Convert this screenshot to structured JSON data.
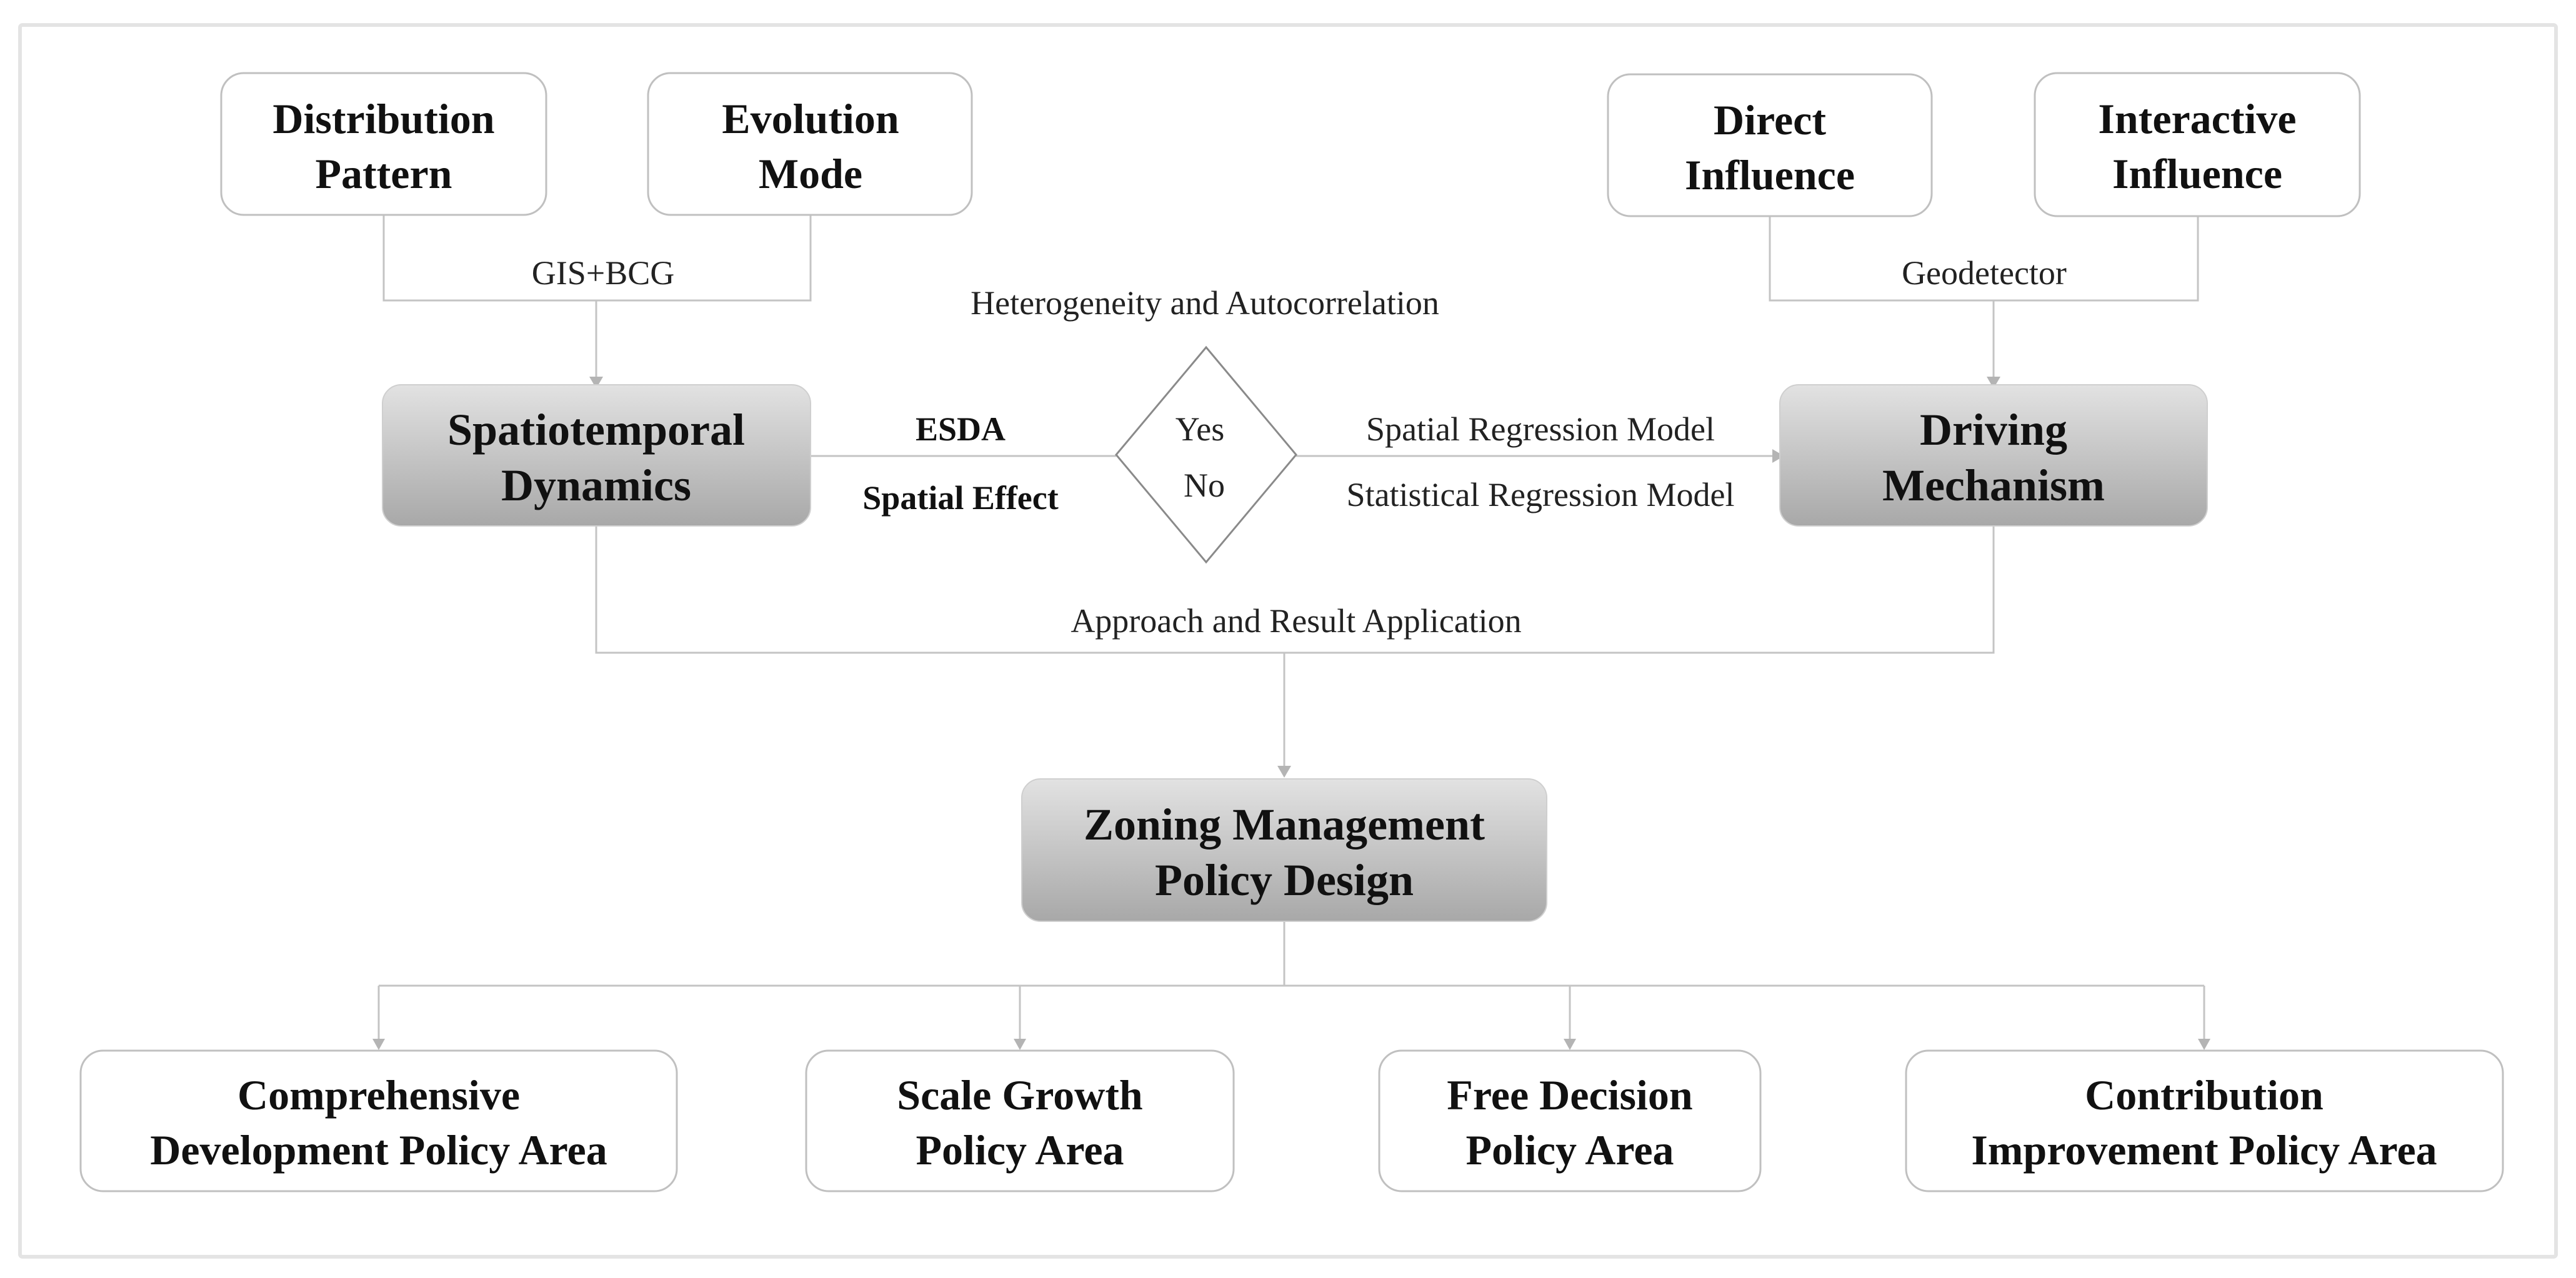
{
  "top_left": {
    "distribution_pattern": [
      "Distribution",
      "Pattern"
    ],
    "evolution_mode": [
      "Evolution",
      "Mode"
    ],
    "merge_label": "GIS+BCG"
  },
  "top_right": {
    "direct_influence": [
      "Direct",
      "Influence"
    ],
    "interactive_influence": [
      "Interactive",
      "Influence"
    ],
    "merge_label": "Geodetector"
  },
  "middle": {
    "spatiotemporal_dynamics": [
      "Spatiotemporal",
      "Dynamics"
    ],
    "driving_mechanism": [
      "Driving",
      "Mechanism"
    ],
    "esda_label": "ESDA",
    "spatial_effect_label": "Spatial Effect",
    "decision_question": "Heterogeneity and Autocorrelation",
    "decision_yes": "Yes",
    "decision_no": "No",
    "spatial_regression_label": "Spatial Regression Model",
    "statistical_regression_label": "Statistical Regression Model"
  },
  "application_label": "Approach and Result Application",
  "zoning": [
    "Zoning Management",
    "Policy Design"
  ],
  "policy_areas": [
    [
      "Comprehensive",
      "Development Policy Area"
    ],
    [
      "Scale Growth",
      "Policy Area"
    ],
    [
      "Free Decision",
      "Policy Area"
    ],
    [
      "Contribution",
      "Improvement Policy Area"
    ]
  ],
  "colors": {
    "gray_box_top": "#dcdcdc",
    "gray_box_bottom": "#a9a9a9",
    "connector": "#c4c4c4",
    "text": "#111111"
  }
}
